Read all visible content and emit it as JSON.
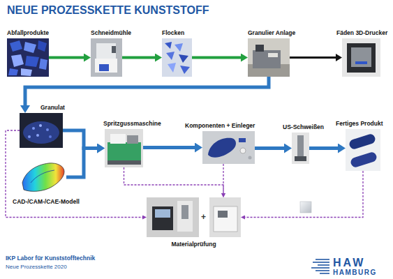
{
  "diagram": {
    "title": "NEUE PROZESSKETTE KUNSTSTOFF",
    "nodes": [
      {
        "text": [
          "Abfallprodukte"
        ]
      },
      {
        "text": [
          "Schneidmühle"
        ]
      },
      {
        "text": [
          "Flocken"
        ]
      },
      {
        "text": [
          "Granulier Anlage"
        ]
      },
      {
        "text": [
          "Fäden 3D-Drucker"
        ]
      },
      {
        "text": [
          "Granulat"
        ]
      },
      {
        "text": [
          "CAD-/CAM-/CAE-Modell"
        ]
      },
      {
        "text": [
          "Spritzgussmaschine"
        ]
      },
      {
        "text": [
          "Komponenten + Einleger"
        ]
      },
      {
        "text": [
          "US-Schweißen"
        ]
      },
      {
        "text": [
          "Fertiges Produkt"
        ]
      },
      {
        "text": [
          "Materialprüfung"
        ]
      }
    ],
    "edges": [
      {
        "from": 0,
        "to": 1,
        "arrow": "to"
      },
      {
        "from": 1,
        "to": 2,
        "arrow": "to"
      },
      {
        "from": 2,
        "to": 3,
        "arrow": "to"
      },
      {
        "from": 3,
        "to": 4,
        "arrow": "to"
      },
      {
        "from": 3,
        "to": 5,
        "arrow": "to"
      },
      {
        "from": 5,
        "to": 7,
        "arrow": "to"
      },
      {
        "from": 6,
        "to": 7,
        "arrow": "to"
      },
      {
        "from": 7,
        "to": 8,
        "arrow": "to"
      },
      {
        "from": 8,
        "to": 9,
        "arrow": "to"
      },
      {
        "from": 9,
        "to": 10,
        "arrow": "to"
      },
      {
        "from": 5,
        "to": 11,
        "arrow": "to"
      },
      {
        "from": 7,
        "to": 11,
        "arrow": "to"
      },
      {
        "from": 8,
        "to": 11,
        "arrow": "to"
      },
      {
        "from": 10,
        "to": 11,
        "arrow": "to"
      }
    ],
    "labels": [
      "+",
      "IKP Labor für Kunststofftechnik",
      "Neue Prozesskette 2020",
      "HAW",
      "HAMBURG"
    ]
  }
}
